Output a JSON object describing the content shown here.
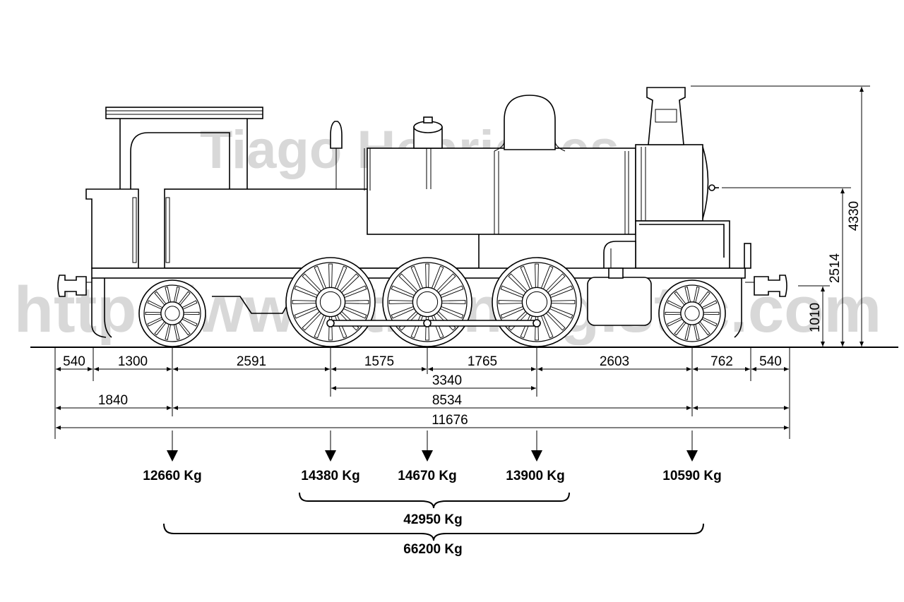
{
  "watermarks": {
    "author": "Tiago Henriques",
    "url": "http://www.trainlogistic.com"
  },
  "dimensions": {
    "row1": [
      "540",
      "1300",
      "2591",
      "1575",
      "1765",
      "2603",
      "762",
      "540"
    ],
    "coupled_wheelbase": "3340",
    "front_overhang": "1840",
    "total_wheelbase": "8534",
    "length_over_buffers": "11676",
    "buffer_height": "1010",
    "boiler_axis_height": "2514",
    "total_height": "4330"
  },
  "loads": {
    "axles": [
      "12660 Kg",
      "14380 Kg",
      "14670 Kg",
      "13900 Kg",
      "10590 Kg"
    ],
    "adhesion_weight": "42950 Kg",
    "total_weight": "66200 Kg"
  }
}
